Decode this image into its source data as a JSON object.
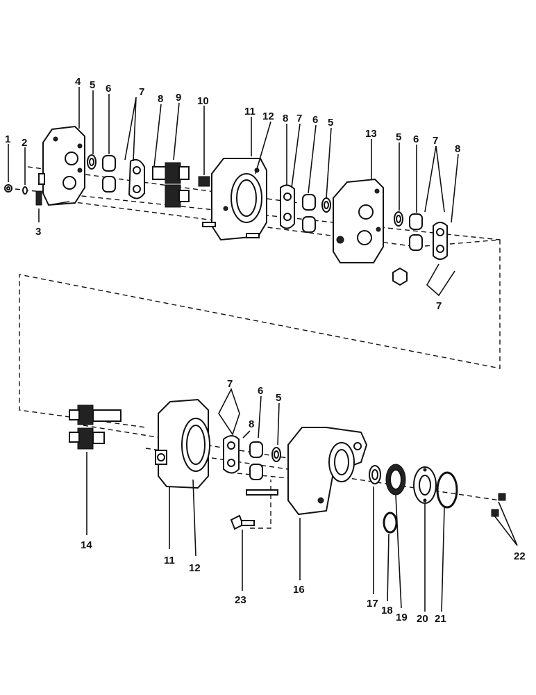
{
  "labels": {
    "l1": "1",
    "l2": "2",
    "l3": "3",
    "l4": "4",
    "l5a": "5",
    "l6a": "6",
    "l7a": "7",
    "l8a": "8",
    "l9": "9",
    "l10": "10",
    "l11a": "11",
    "l12a": "12",
    "l8b": "8",
    "l7b": "7",
    "l6b": "6",
    "l5b": "5",
    "l13": "13",
    "l5c": "5",
    "l6c": "6",
    "l7c": "7",
    "l8c": "8",
    "l7d": "7",
    "l7e": "7",
    "l6d": "6",
    "l5d": "5",
    "l8d": "8",
    "l14": "14",
    "l11b": "11",
    "l12b": "12",
    "l23": "23",
    "l16": "16",
    "l17": "17",
    "l18": "18",
    "l19": "19",
    "l20": "20",
    "l21": "21",
    "l22": "22"
  }
}
